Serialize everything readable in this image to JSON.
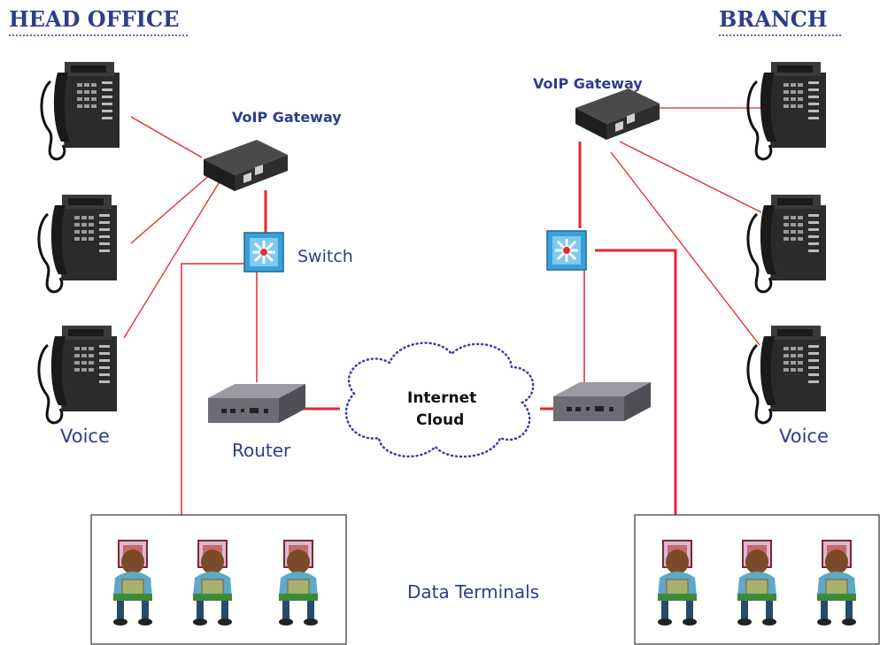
{
  "head_office": {
    "title": "HEAD OFFICE",
    "gateway_label": "VoIP Gateway",
    "switch_label": "Switch",
    "router_label": "Router",
    "voice_label": "Voice"
  },
  "branch": {
    "title": "BRANCH",
    "gateway_label": "VoIP Gateway",
    "voice_label": "Voice"
  },
  "cloud": {
    "line1": "Internet",
    "line2": "Cloud"
  },
  "data_terminals_label": "Data Terminals",
  "colors": {
    "link": "#e8262b",
    "title": "#2e3e8a",
    "cloud_dots": "#3a3ab0"
  },
  "icons": [
    "desk-phone-icon",
    "voip-gateway-icon",
    "switch-icon",
    "router-icon",
    "internet-cloud-icon",
    "terminal-user-icon"
  ]
}
